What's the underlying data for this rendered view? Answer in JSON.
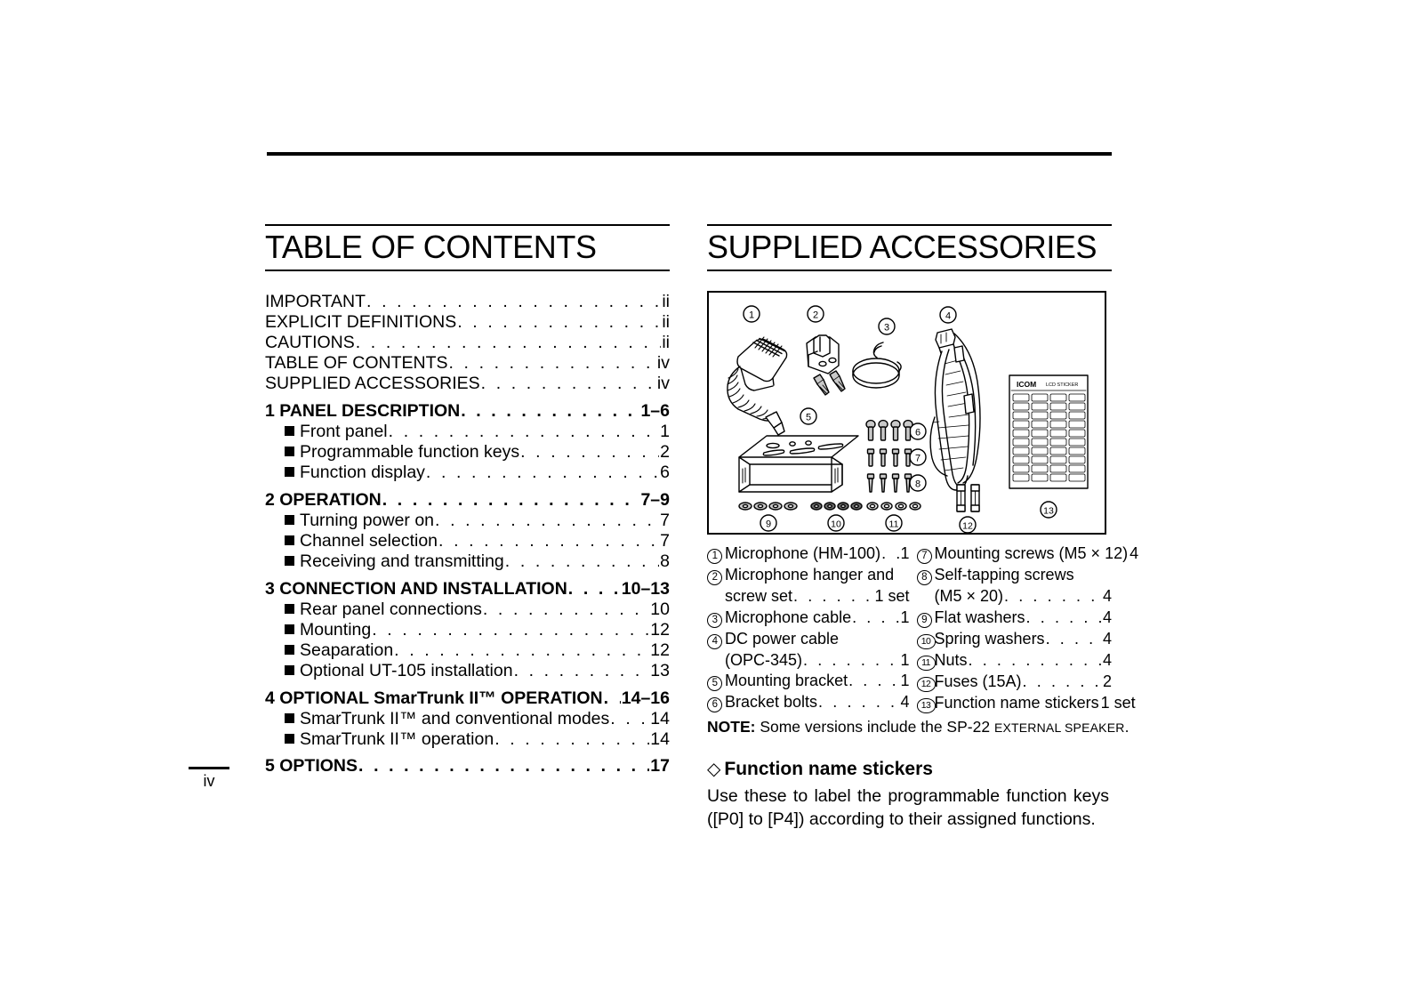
{
  "page": {
    "folio": "iv"
  },
  "toc": {
    "heading": "TABLE OF CONTENTS",
    "entries": [
      {
        "level": 0,
        "label": "IMPORTANT",
        "page": "ii"
      },
      {
        "level": 0,
        "label": "EXPLICIT DEFINITIONS",
        "page": "ii"
      },
      {
        "level": 0,
        "label": "CAUTIONS",
        "page": "ii"
      },
      {
        "level": 0,
        "label": "TABLE OF CONTENTS",
        "page": "iv"
      },
      {
        "level": 0,
        "label": "SUPPLIED ACCESSORIES",
        "page": "iv"
      },
      {
        "level": 1,
        "label": "1 PANEL DESCRIPTION",
        "page": "1–6"
      },
      {
        "level": 2,
        "label": "Front panel",
        "page": "1"
      },
      {
        "level": 2,
        "label": "Programmable function keys",
        "page": "2"
      },
      {
        "level": 2,
        "label": "Function display",
        "page": "6"
      },
      {
        "level": 1,
        "label": "2 OPERATION",
        "page": "7–9"
      },
      {
        "level": 2,
        "label": "Turning power on",
        "page": "7"
      },
      {
        "level": 2,
        "label": "Channel selection",
        "page": "7"
      },
      {
        "level": 2,
        "label": "Receiving and transmitting",
        "page": "8"
      },
      {
        "level": 1,
        "label": "3 CONNECTION AND INSTALLATION",
        "page": "10–13"
      },
      {
        "level": 2,
        "label": "Rear panel connections",
        "page": "10"
      },
      {
        "level": 2,
        "label": "Mounting",
        "page": "12"
      },
      {
        "level": 2,
        "label": "Seaparation",
        "page": "12"
      },
      {
        "level": 2,
        "label": "Optional UT-105 installation",
        "page": "13"
      },
      {
        "level": 1,
        "label": "4 OPTIONAL SmarTrunk II™ OPERATION",
        "page": "14–16"
      },
      {
        "level": 2,
        "label": "SmarTrunk II™ and conventional modes",
        "page": "14"
      },
      {
        "level": 2,
        "label": "SmarTrunk II™ operation",
        "page": "14"
      },
      {
        "level": 1,
        "label": "5 OPTIONS",
        "page": "17"
      }
    ]
  },
  "accessories": {
    "heading": "SUPPLIED ACCESSORIES",
    "diagram": {
      "callouts": [
        "1",
        "2",
        "3",
        "4",
        "5",
        "6",
        "7",
        "8",
        "9",
        "10",
        "11",
        "12",
        "13"
      ],
      "sticker_sheet_brand": "ICOM",
      "sticker_sheet_label": "LCD STICKER"
    },
    "list_left": [
      {
        "num": "1",
        "text": "Microphone (HM-100)",
        "qty": "1",
        "dots": true
      },
      {
        "num": "2",
        "text": "Microphone hanger and",
        "qty": "",
        "dots": false
      },
      {
        "num": "",
        "text": "screw set",
        "qty": "1 set",
        "dots": true,
        "cont": true
      },
      {
        "num": "3",
        "text": "Microphone cable",
        "qty": "1",
        "dots": true
      },
      {
        "num": "4",
        "text": "DC power cable",
        "qty": "",
        "dots": false
      },
      {
        "num": "",
        "text": "(OPC-345)",
        "qty": "1",
        "dots": true,
        "cont": true
      },
      {
        "num": "5",
        "text": "Mounting bracket",
        "qty": "1",
        "dots": true
      },
      {
        "num": "6",
        "text": "Bracket bolts",
        "qty": "4",
        "dots": true
      }
    ],
    "list_right": [
      {
        "num": "7",
        "text": "Mounting screws (M5 × 12)",
        "qty": "4",
        "dots": false
      },
      {
        "num": "8",
        "text": "Self-tapping screws",
        "qty": "",
        "dots": false
      },
      {
        "num": "",
        "text": "(M5 × 20)",
        "qty": "4",
        "dots": true,
        "cont": true
      },
      {
        "num": "9",
        "text": "Flat washers",
        "qty": "4",
        "dots": true
      },
      {
        "num": "10",
        "text": "Spring washers",
        "qty": "4",
        "dots": true
      },
      {
        "num": "11",
        "text": "Nuts",
        "qty": "4",
        "dots": true
      },
      {
        "num": "12",
        "text": "Fuses (15A)",
        "qty": "2",
        "dots": true
      },
      {
        "num": "13",
        "text": "Function name stickers",
        "qty": "1 set",
        "dots": false
      }
    ],
    "note": {
      "prefix": "NOTE:",
      "text": " Some versions include the SP-22 ",
      "smallcaps": "EXTERNAL SPEAKER",
      "suffix": "."
    },
    "subsection": {
      "diamond": "◇",
      "title": "Function name stickers",
      "body": "Use these to label the programmable function keys ([P0] to [P4]) according to their assigned functions."
    }
  }
}
